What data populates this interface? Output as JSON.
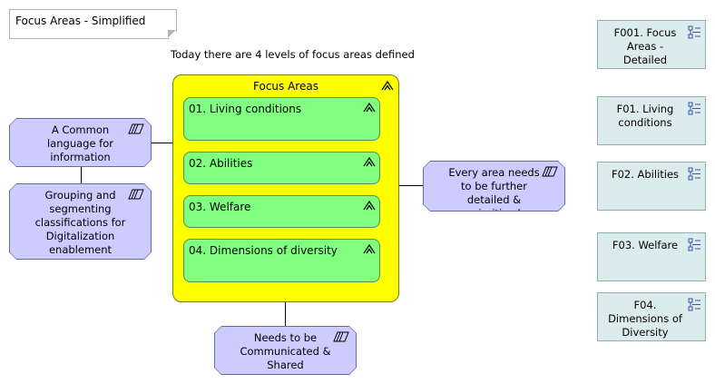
{
  "diagram": {
    "title": "Focus Areas - Simplified",
    "heading": "Today there are 4 levels of focus areas defined"
  },
  "group": {
    "label": "Focus Areas",
    "items": [
      {
        "label": "01. Living conditions"
      },
      {
        "label": "02. Abilities"
      },
      {
        "label": "03. Welfare"
      },
      {
        "label": "04. Dimensions of diversity"
      }
    ]
  },
  "outcomes": {
    "common_language": "A Common language for information",
    "grouping": "Grouping and segmenting classifications for Digitalization enablement",
    "communicated": "Needs to be Communicated & Shared",
    "detailed": "Every area needs to be further detailed & prioritized"
  },
  "references": [
    {
      "label": "F001. Focus Areas - Detailed"
    },
    {
      "label": "F01. Living conditions"
    },
    {
      "label": "F02. Abilities"
    },
    {
      "label": "F03. Welfare"
    },
    {
      "label": "F04. Dimensions of Diversity"
    }
  ],
  "colors": {
    "group_fill": "#ffff00",
    "area_fill": "#80ff80",
    "outcome_fill": "#ccccff",
    "reference_fill": "#dcecec"
  }
}
